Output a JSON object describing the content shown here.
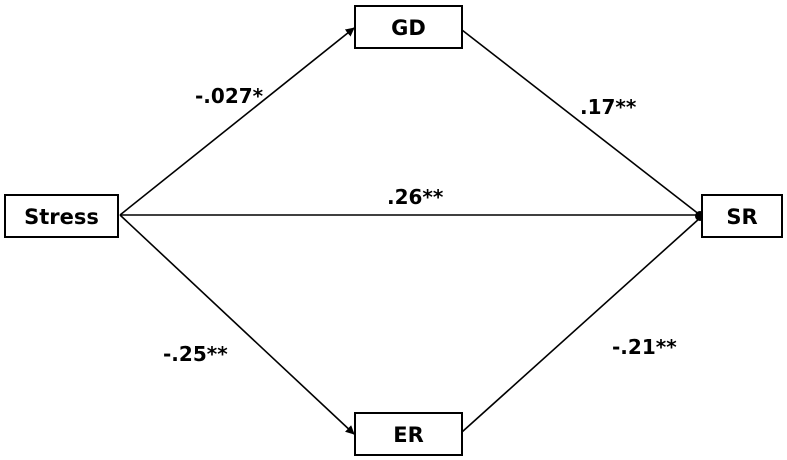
{
  "nodes": {
    "stress": "Stress",
    "gd": "GD",
    "er": "ER",
    "sr": "SR"
  },
  "edges": {
    "stress_gd": "-.027*",
    "gd_sr": ".17**",
    "stress_sr": ".26**",
    "stress_er": "-.25**",
    "er_sr": "-.21**"
  },
  "colors": {
    "stroke": "#000000",
    "background": "#ffffff"
  }
}
